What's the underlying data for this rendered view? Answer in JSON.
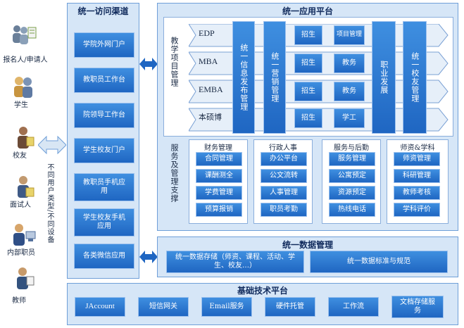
{
  "roles": [
    {
      "label": "报名人/申请人",
      "icon": "applicant-icon"
    },
    {
      "label": "学生",
      "icon": "student-icon"
    },
    {
      "label": "校友",
      "icon": "alumni-icon"
    },
    {
      "label": "面试人",
      "icon": "interviewee-icon"
    },
    {
      "label": "内部职员",
      "icon": "staff-icon"
    },
    {
      "label": "教师",
      "icon": "teacher-icon"
    }
  ],
  "side_note": "不同用户类型/不同设备",
  "access": {
    "title": "统一访问渠道",
    "items": [
      "学院外网门户",
      "教职员工作台",
      "院领导工作台",
      "学生校友门户",
      "教职员手机应用",
      "学生校友手机应用",
      "各类微信应用"
    ]
  },
  "apps": {
    "title": "统一应用平台",
    "teaching_label": "教学项目管理",
    "programs": [
      "EDP",
      "MBA",
      "EMBA",
      "本硕博"
    ],
    "info_publish": "统一信息发布管理",
    "marketing": "统一营销管理",
    "program_cells": [
      [
        "招生",
        "项目管理"
      ],
      [
        "招生",
        "教务"
      ],
      [
        "招生",
        "教务"
      ],
      [
        "招生",
        "学工"
      ]
    ],
    "career": "职业发展",
    "alumni": "统一校友管理",
    "support_label": "服务及管理支撑",
    "groups": [
      {
        "title": "财务管理",
        "items": [
          "合同管理",
          "课酬测全",
          "学费管理",
          "预算报销"
        ]
      },
      {
        "title": "行政人事",
        "items": [
          "办公平台",
          "公文流转",
          "人事管理",
          "职员考勤"
        ]
      },
      {
        "title": "服务与后勤",
        "items": [
          "服务管理",
          "公寓预定",
          "资源预定",
          "热线电话"
        ]
      },
      {
        "title": "师资&学科",
        "items": [
          "师资管理",
          "科研管理",
          "教师考核",
          "学科评价"
        ]
      }
    ]
  },
  "data_mgmt": {
    "title": "统一数据管理",
    "left": "统一数据存储（师资、课程、活动、学生、校友…）",
    "right": "统一数据标准与规范"
  },
  "infra": {
    "title": "基础技术平台",
    "items": [
      "JAccount",
      "短信网关",
      "Email服务",
      "硬件托管",
      "工作流",
      "文档存储服务"
    ]
  },
  "colors": {
    "panel": "#d6e6f7",
    "button": "#2a78d4",
    "border": "#6f9fd8"
  }
}
